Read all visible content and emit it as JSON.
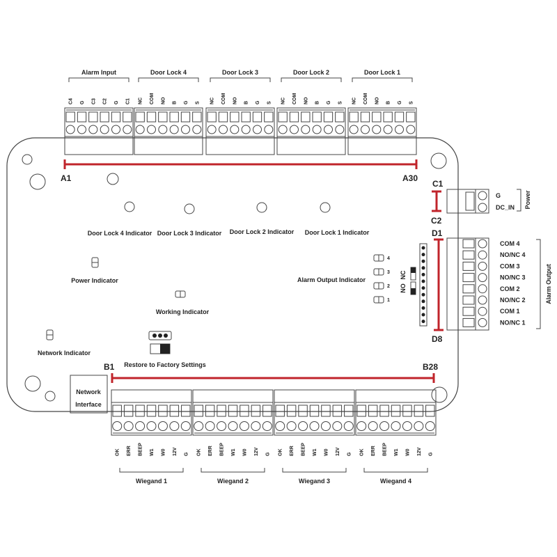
{
  "colors": {
    "accent": "#c0242b",
    "line": "#444444"
  },
  "markers": {
    "a1": "A1",
    "a30": "A30",
    "b1": "B1",
    "b28": "B28",
    "c1": "C1",
    "c2": "C2",
    "d1": "D1",
    "d8": "D8"
  },
  "top_groups": [
    {
      "label": "Alarm Input",
      "pins": [
        "C4",
        "G",
        "C3",
        "C2",
        "G",
        "C1"
      ]
    },
    {
      "label": "Door Lock 4",
      "pins": [
        "NC",
        "COM",
        "NO",
        "B",
        "G",
        "S"
      ]
    },
    {
      "label": "Door Lock 3",
      "pins": [
        "NC",
        "COM",
        "NO",
        "B",
        "G",
        "S"
      ]
    },
    {
      "label": "Door Lock 2",
      "pins": [
        "NC",
        "COM",
        "NO",
        "B",
        "G",
        "S"
      ]
    },
    {
      "label": "Door Lock 1",
      "pins": [
        "NC",
        "COM",
        "NO",
        "B",
        "G",
        "S"
      ]
    }
  ],
  "bottom_groups": [
    {
      "label": "Wiegand 1",
      "pins": [
        "OK",
        "ERR",
        "BEEP",
        "W1",
        "W0",
        "12V",
        "G"
      ]
    },
    {
      "label": "Wiegand 2",
      "pins": [
        "OK",
        "ERR",
        "BEEP",
        "W1",
        "W0",
        "12V",
        "G"
      ]
    },
    {
      "label": "Wiegand 3",
      "pins": [
        "OK",
        "ERR",
        "BEEP",
        "W1",
        "W0",
        "12V",
        "G"
      ]
    },
    {
      "label": "Wiegand 4",
      "pins": [
        "OK",
        "ERR",
        "BEEP",
        "W1",
        "W0",
        "12V",
        "G"
      ]
    }
  ],
  "power": {
    "title": "Power",
    "pins": [
      "G",
      "DC_IN"
    ]
  },
  "alarm_output": {
    "title": "Alarm Output",
    "pins": [
      "COM 4",
      "NO/NC 4",
      "COM 3",
      "NO/NC 3",
      "COM 2",
      "NO/NC 2",
      "COM 1",
      "NO/NC 1"
    ]
  },
  "indicators": {
    "door_lock_4": "Door Lock 4 Indicator",
    "door_lock_3": "Door Lock 3 Indicator",
    "door_lock_2": "Door Lock 2 Indicator",
    "door_lock_1": "Door Lock 1 Indicator",
    "power": "Power Indicator",
    "working": "Working Indicator",
    "network": "Network Indicator",
    "alarm_output": "Alarm Output Indicator"
  },
  "alarm_leds": [
    "4",
    "3",
    "2",
    "1"
  ],
  "nc_label": "NC",
  "no_label": "NO",
  "restore_label": "Restore to Factory Settings",
  "network_interface": {
    "line1": "Network",
    "line2": "Interface"
  }
}
